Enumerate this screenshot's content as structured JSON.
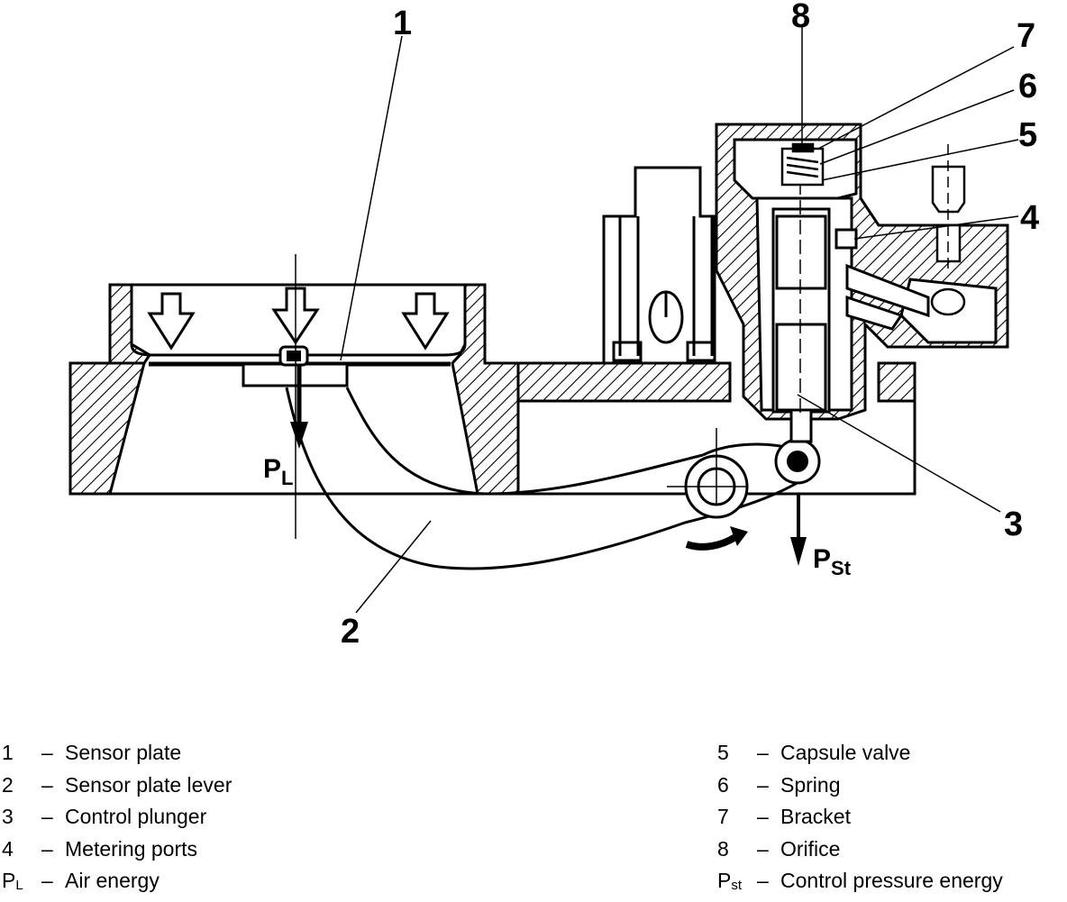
{
  "callouts": {
    "n1": "1",
    "n2": "2",
    "n3": "3",
    "n4": "4",
    "n5": "5",
    "n6": "6",
    "n7": "7",
    "n8": "8"
  },
  "forces": {
    "pl_main": "P",
    "pl_sub": "L",
    "pst_main": "P",
    "pst_sub": "St"
  },
  "legend": {
    "left": [
      {
        "key": "1",
        "label": "Sensor plate"
      },
      {
        "key": "2",
        "label": "Sensor plate lever"
      },
      {
        "key": "3",
        "label": "Control plunger"
      },
      {
        "key": "4",
        "label": "Metering ports"
      },
      {
        "key_main": "P",
        "key_sub": "L",
        "label": "Air energy"
      }
    ],
    "right": [
      {
        "key": "5",
        "label": "Capsule valve"
      },
      {
        "key": "6",
        "label": "Spring"
      },
      {
        "key": "7",
        "label": "Bracket"
      },
      {
        "key": "8",
        "label": "Orifice"
      },
      {
        "key_main": "P",
        "key_sub": "st",
        "label": "Control pressure energy"
      }
    ],
    "dash": "–"
  },
  "colors": {
    "ink": "#000000",
    "paper": "#ffffff"
  }
}
